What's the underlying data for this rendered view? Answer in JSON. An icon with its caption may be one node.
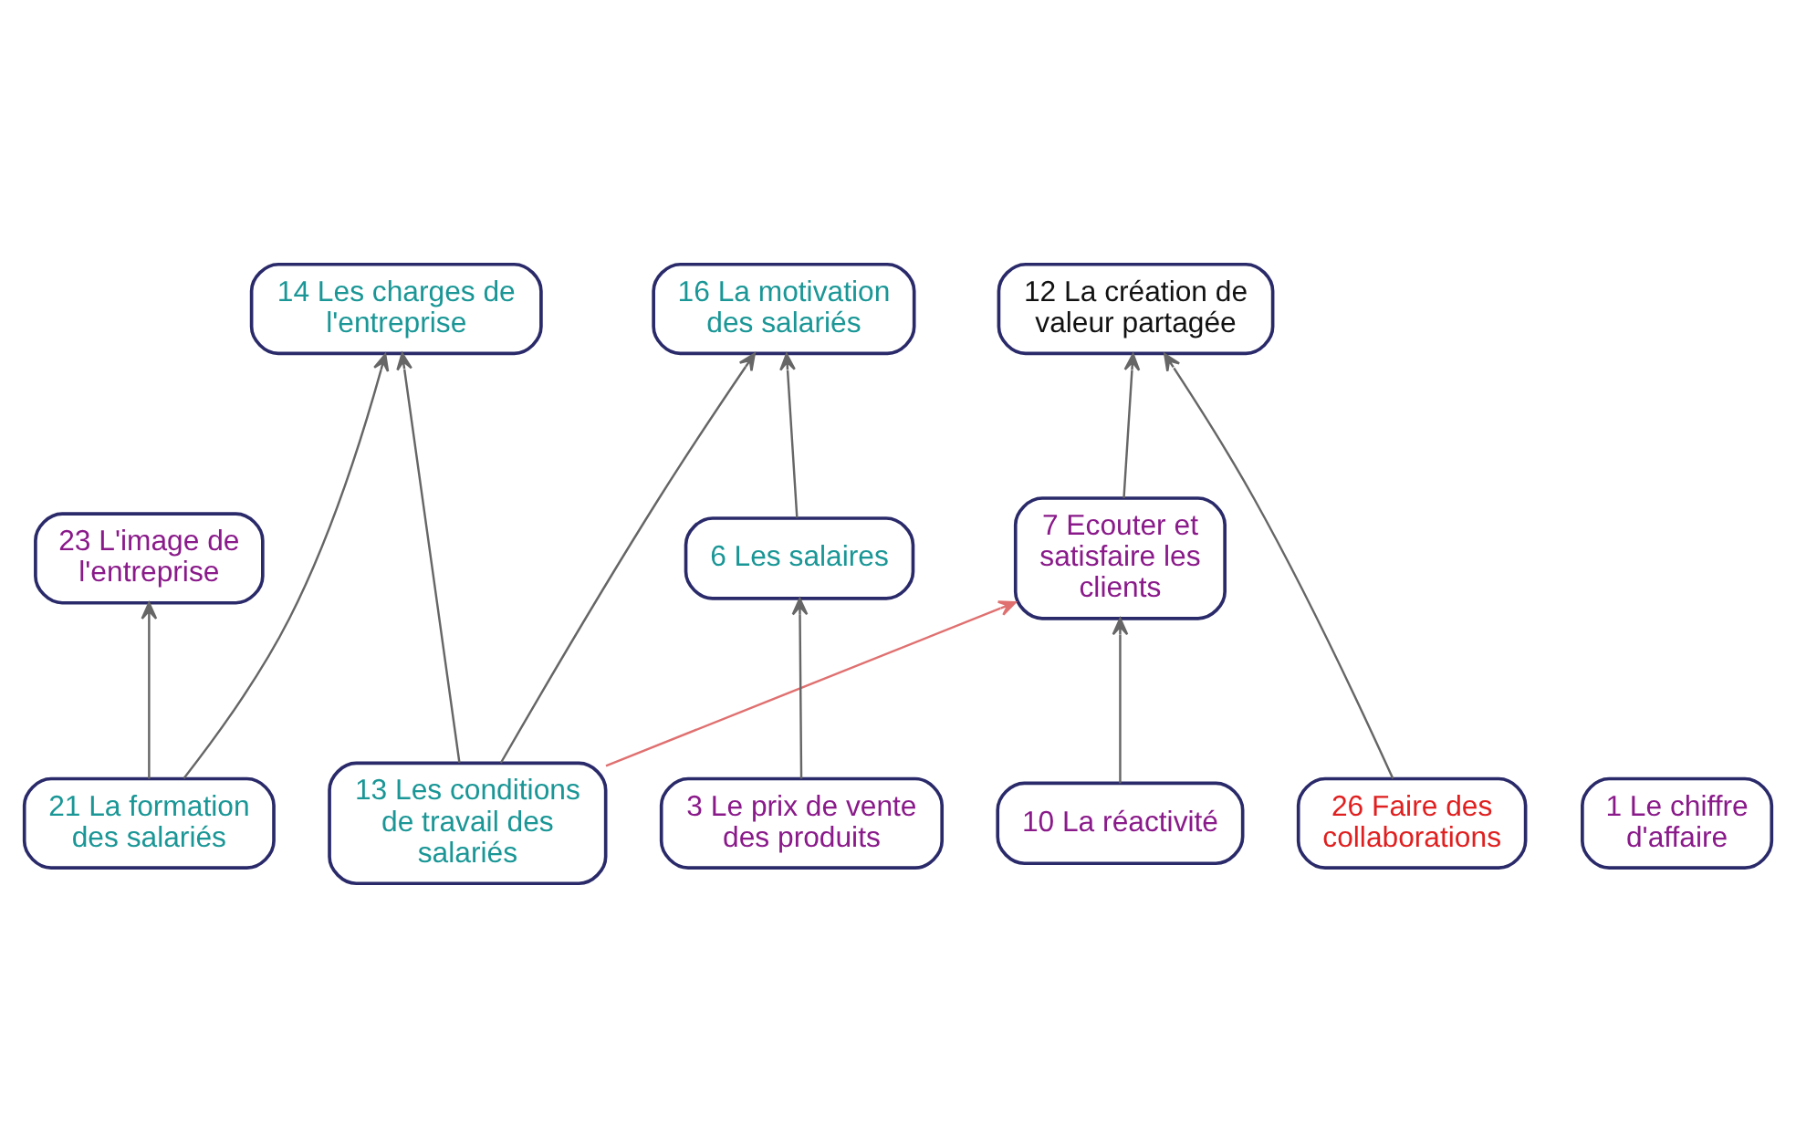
{
  "diagram": {
    "nodes": [
      {
        "text": [
          "14 Les charges de l'entreprise"
        ]
      },
      {
        "text": [
          "16 La motivation des salariés"
        ]
      },
      {
        "text": [
          "12 La création de valeur partagée"
        ]
      },
      {
        "text": [
          "23 L'image de l'entreprise"
        ]
      },
      {
        "text": [
          "6 Les salaires"
        ]
      },
      {
        "text": [
          "7 Ecouter et satisfaire les clients"
        ]
      },
      {
        "text": [
          "13 Les conditions de travail des salariés"
        ]
      },
      {
        "text": [
          "21 La formation des salariés"
        ]
      },
      {
        "text": [
          "3 Le prix de vente des produits"
        ]
      },
      {
        "text": [
          "10 La réactivité"
        ]
      },
      {
        "text": [
          "1 Le chiffre d'affaire"
        ]
      },
      {
        "text": [
          "26 Faire des collaborations"
        ]
      }
    ],
    "edges": [
      {
        "from": 6,
        "to": 0,
        "arrow": "to"
      },
      {
        "from": 6,
        "to": 1,
        "arrow": "to"
      },
      {
        "from": 6,
        "to": 5,
        "arrow": "to",
        "color": "#e07070"
      },
      {
        "from": 7,
        "to": 0,
        "arrow": "to"
      },
      {
        "from": 7,
        "to": 3,
        "arrow": "to"
      },
      {
        "from": 4,
        "to": 1,
        "arrow": "to"
      },
      {
        "from": 8,
        "to": 4,
        "arrow": "to"
      },
      {
        "from": 9,
        "to": 5,
        "arrow": "to"
      },
      {
        "from": 5,
        "to": 2,
        "arrow": "to"
      },
      {
        "from": 11,
        "to": 2,
        "arrow": "to"
      }
    ]
  }
}
